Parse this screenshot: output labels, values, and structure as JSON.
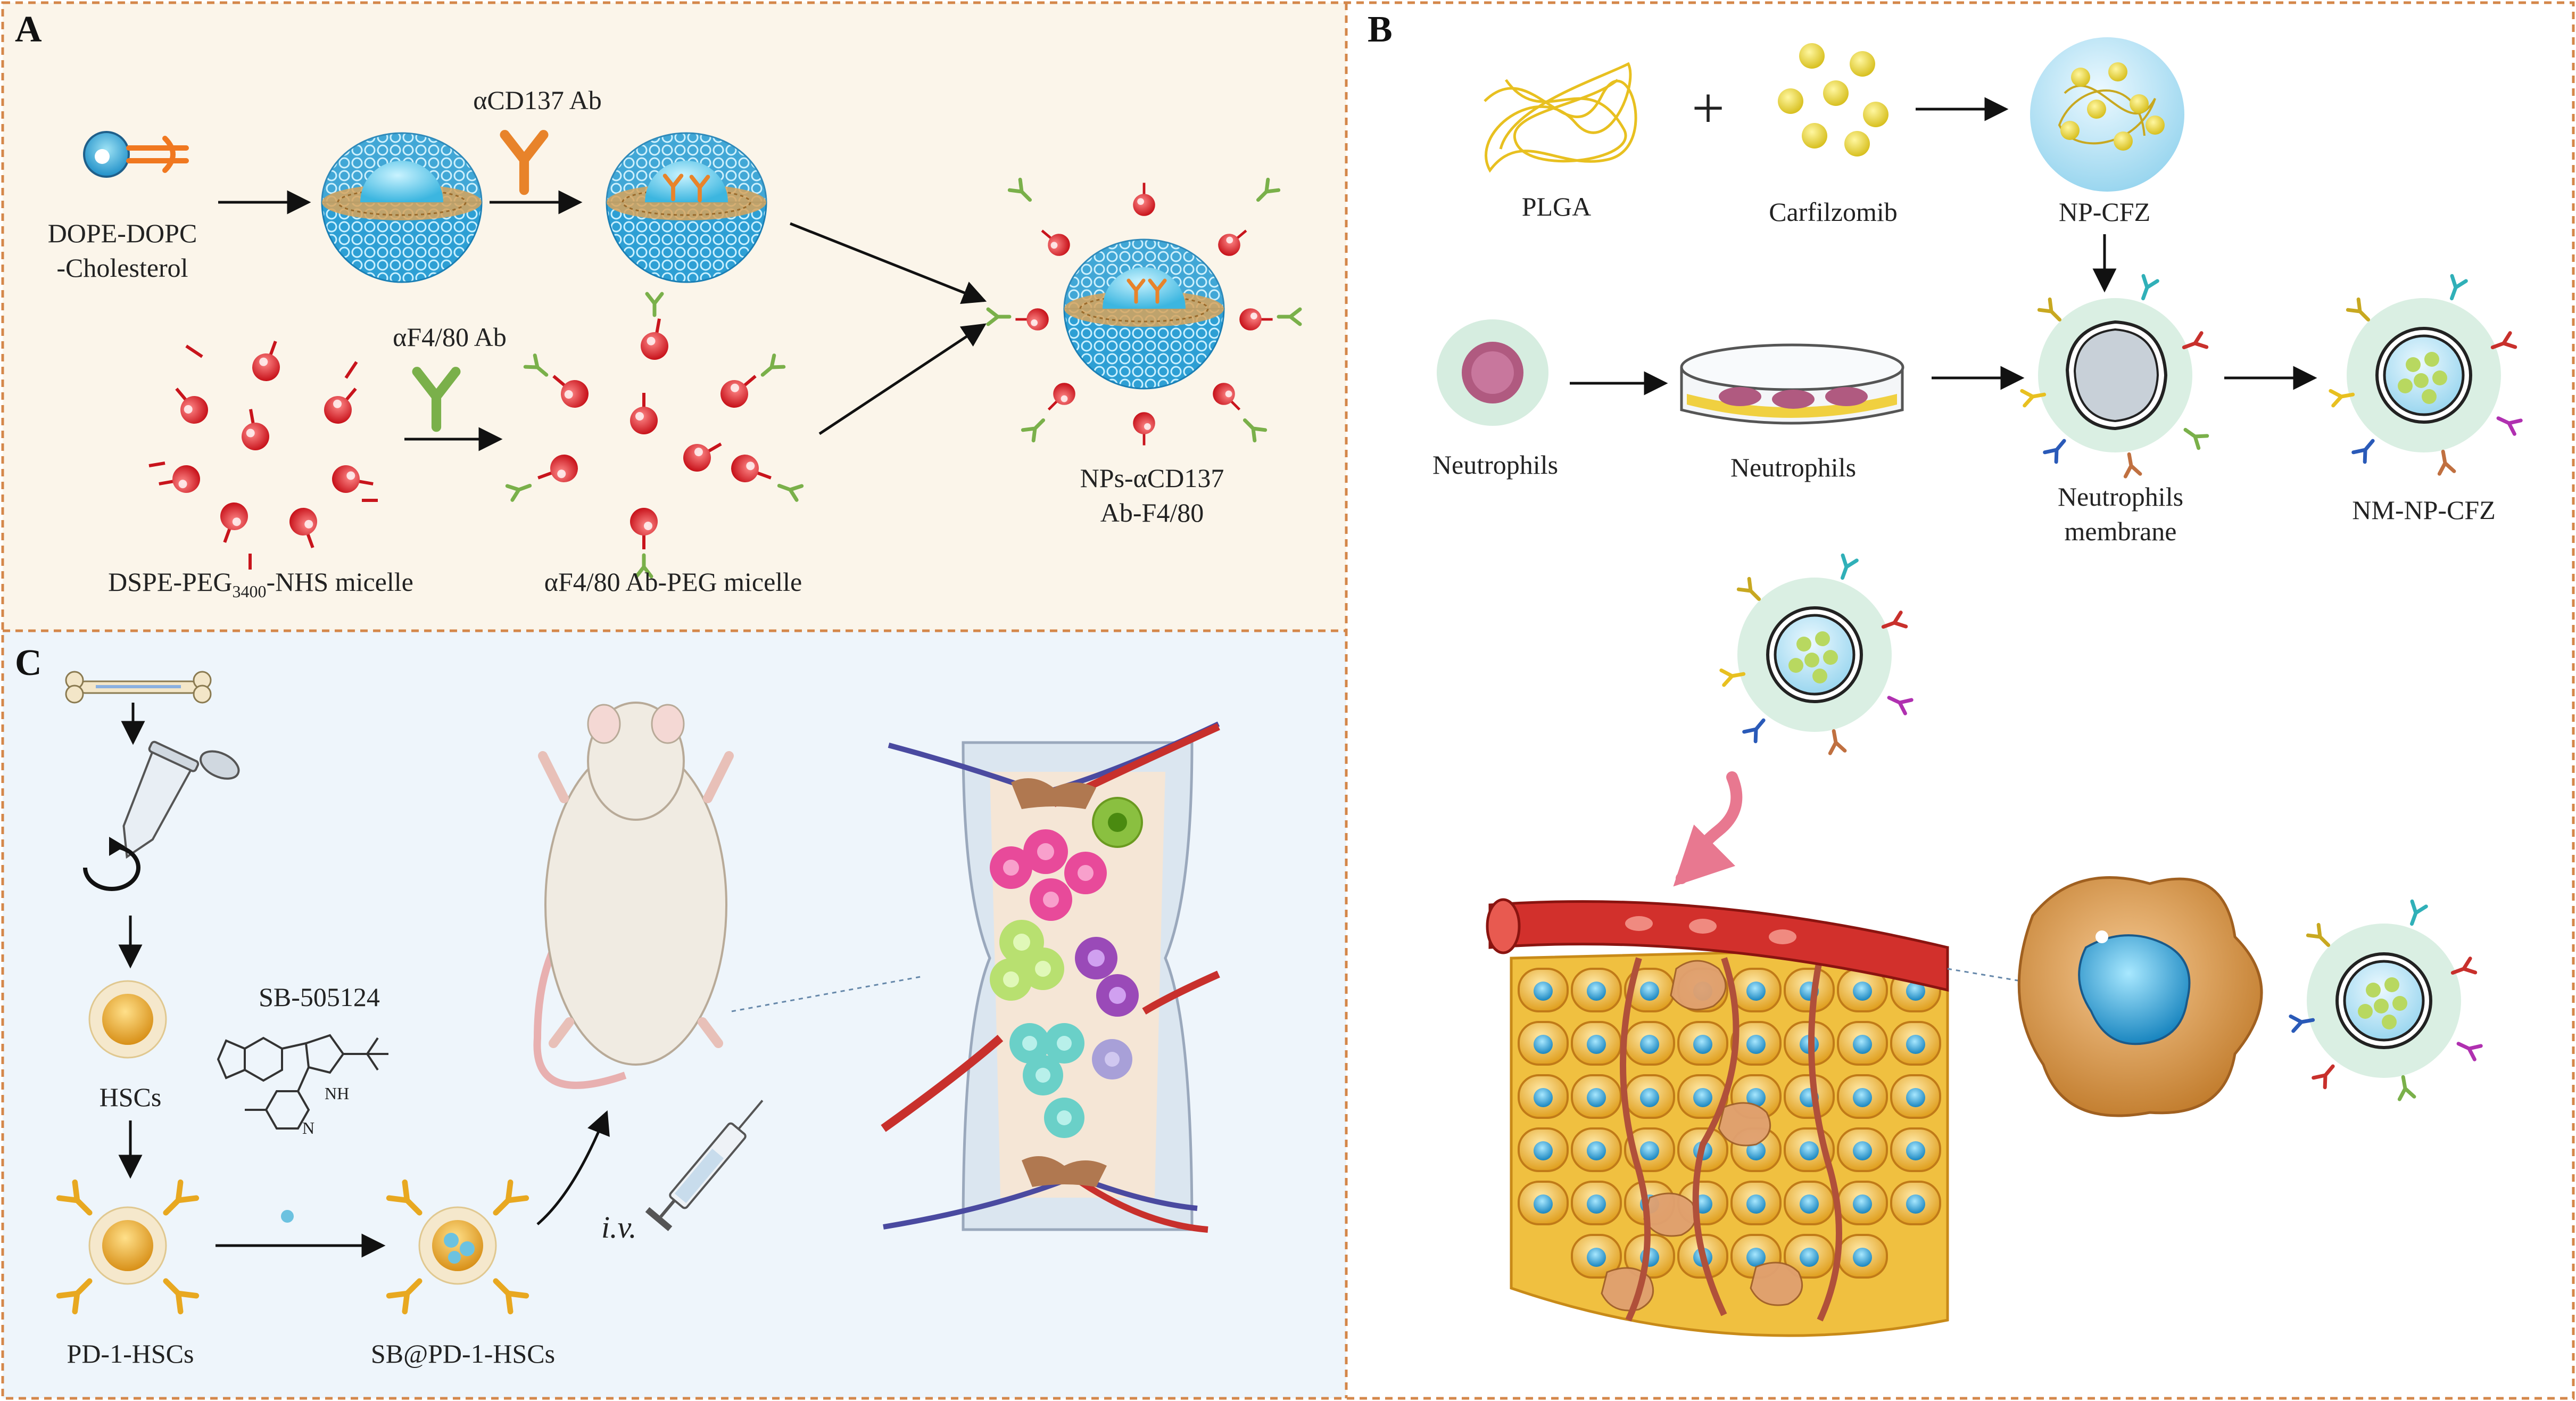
{
  "panels": {
    "a": {
      "letter": "A",
      "background": "#fbf5ea",
      "lipid_label_line1": "DOPE-DOPC",
      "lipid_label_line2": "-Cholesterol",
      "cd137_ab_label": "αCD137 Ab",
      "f480_ab_label": "αF4/80 Ab",
      "micelle_label_prefix": "DSPE-PEG",
      "micelle_label_subscript": "3400",
      "micelle_label_suffix": "-NHS micelle",
      "peg_micelle_label": "αF4/80 Ab-PEG micelle",
      "product_label_line1": "NPs-αCD137",
      "product_label_line2": "Ab-F4/80"
    },
    "b": {
      "letter": "B",
      "background": "#ffffff",
      "plga_label": "PLGA",
      "plus_sign": "+",
      "drug_label": "Carfilzomib",
      "np_label": "NP-CFZ",
      "neutrophils_label": "Neutrophils",
      "dish_label": "Neutrophils",
      "membrane_label_line1": "Neutrophils",
      "membrane_label_line2": "membrane",
      "final_label": "NM-NP-CFZ"
    },
    "c": {
      "letter": "C",
      "background": "#eef5fb",
      "hsc_label": "HSCs",
      "compound_label": "SB-505124",
      "atom_nh": "NH",
      "atom_n": "N",
      "pd1_label": "PD-1-HSCs",
      "sb_label": "SB@PD-1-HSCs",
      "route_label": "i.v."
    }
  },
  "colors": {
    "border": "#d4874a",
    "liposome": "#3aa8d8",
    "liposome_core": "#7fd6ee",
    "micelle_red": "#e2262c",
    "antibody_orange": "#e8832a",
    "antibody_green": "#7ab04a",
    "drug_yellow": "#e8d84a",
    "membrane_green": "#cfe8d8",
    "vessel_red": "#d2302c",
    "vessel_blue": "#4a4aa0",
    "tumor_yellow": "#f0c040",
    "tumor_blue": "#2a9ad0",
    "hsc_orange": "#f0b040",
    "pink_cell": "#e84a9a"
  },
  "icons": [
    "phospholipid-icon",
    "liposome-icon",
    "antibody-icon",
    "micelle-icon",
    "nanoparticle-icon",
    "neutrophil-icon",
    "petri-dish-icon",
    "bone-icon",
    "centrifuge-tube-icon",
    "rotation-icon",
    "mouse-icon",
    "syringe-icon",
    "bone-marrow-icon",
    "blood-vessel-icon",
    "tumor-tissue-icon",
    "tumor-cell-icon"
  ]
}
